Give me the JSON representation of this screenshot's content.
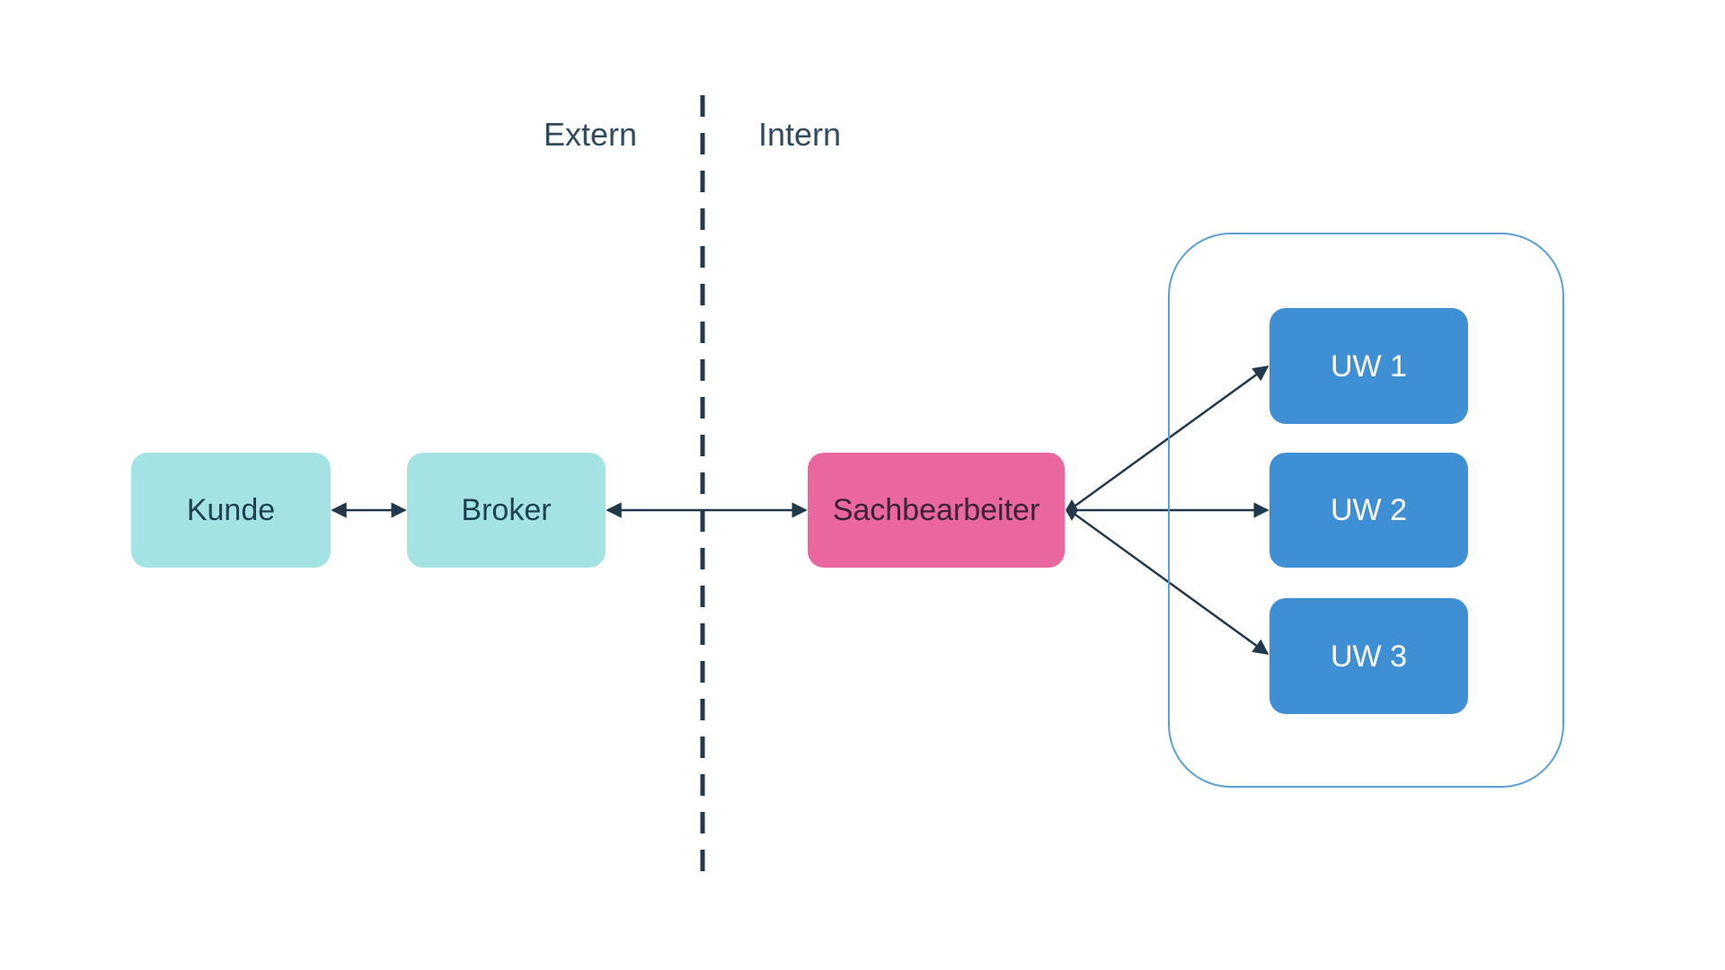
{
  "zones": {
    "extern_label": "Extern",
    "intern_label": "Intern"
  },
  "nodes": {
    "kunde": {
      "label": "Kunde"
    },
    "broker": {
      "label": "Broker"
    },
    "sachbearbeiter": {
      "label": "Sachbearbeiter"
    },
    "uw1": {
      "label": "UW 1"
    },
    "uw2": {
      "label": "UW 2"
    },
    "uw3": {
      "label": "UW 3"
    }
  },
  "colors": {
    "external_node": "#a3e3e4",
    "internal_node": "#e9669e",
    "uw_node": "#3f8fd5",
    "group_border": "#5aa0d2",
    "connector": "#22394c",
    "divider": "#22394c"
  },
  "edges": [
    {
      "from": "kunde",
      "to": "broker",
      "direction": "both"
    },
    {
      "from": "broker",
      "to": "sachbearbeiter",
      "direction": "both"
    },
    {
      "from": "sachbearbeiter",
      "to": "uw1",
      "direction": "forward"
    },
    {
      "from": "sachbearbeiter",
      "to": "uw2",
      "direction": "forward"
    },
    {
      "from": "sachbearbeiter",
      "to": "uw3",
      "direction": "forward"
    }
  ]
}
